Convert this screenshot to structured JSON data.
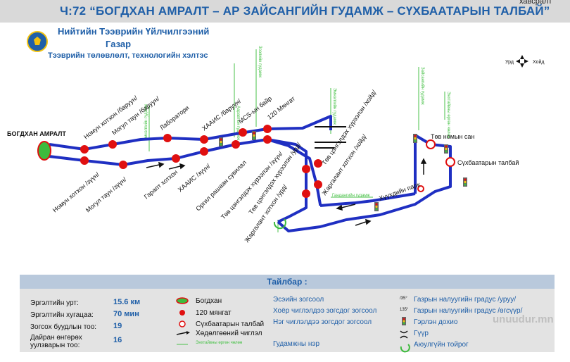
{
  "header": {
    "title": "Ч:72 “БОГДХАН АМРАЛТ – АР ЗАЙСАНГИЙН ГУДАМЖ – СҮХБААТАРЫН ТАЛБАЙ”",
    "corner_text": "хавсралт"
  },
  "org": {
    "line1": "Нийтийн Тээврийн Үйлчилгээний",
    "line2": "Газар",
    "line3": "Тээврийн төлөвлөлт, технологийн хэлтэс"
  },
  "compass": {
    "west": "Урд",
    "east": "Хойд"
  },
  "map": {
    "terminal_start": "БОГДХАН АМРАЛТ",
    "stops_top": [
      "Номун хотхон /баруун/",
      "Могул таун /баруун/",
      "Лаборатори",
      "ХААИС /баруун/",
      "MCS-ын байр",
      "120 Мянгат",
      "Төв цэнгэлдэх хүрээлэн /хойд/"
    ],
    "stops_bottom": [
      "Номун хотхон /зүүн/",
      "Могул таун /зүүн/",
      "Гарапт хотхон",
      "ХААИС /зүүн/",
      "Оргил рашаан сувилал",
      "Төв цэнгэлдэх хүрээлэн /зүүн/",
      "Төв цэнгэлдэх хүрээлэн /урд/",
      "Жаргалант хотхон /урд/",
      "Жаргалант хотхон /хойд/"
    ],
    "stops_right": [
      "Хүүхдийн парк",
      "Төв номын сан",
      "Сүхбаатарын талбай"
    ],
    "green_labels": [
      "Эмнэлгийн гудамж",
      "Гандангийн гудамж",
      "Эмнэлгийн гудамж",
      "Ааравтын гудамж",
      "Зоэлийн гудамж",
      "Энхтайвны өргөн чөлөө",
      "Зайсангийн гудамж"
    ]
  },
  "legend": {
    "title": "Тайлбар :",
    "stats": [
      {
        "label": "Эргэлтийн урт:",
        "value": "15.6 км"
      },
      {
        "label": "Эргэлтийн хугацаа:",
        "value": "70 мин"
      },
      {
        "label": "Зогсох буудлын тоо:",
        "value": "19"
      },
      {
        "label": "Дайран өнгөрөх уулзварын тоо:",
        "value": "16"
      }
    ],
    "symbols": [
      "Богдхан",
      "120 мянгат",
      "Сүхбаатарын талбай",
      "Хөдөлгөөний чиглэл",
      "Энхтайвны өргөн чөлөө"
    ],
    "signals": [
      "Эсэийн зогсоол",
      "Хоёр чиглэлдээ зогсдог зогсоол",
      "Нэг чиглэлдээ зогсдог зогсоол",
      "Гудамжны нэр"
    ],
    "grades": [
      {
        "tag": "/35°",
        "label": "Газрын налуугийн градус /уруу/"
      },
      {
        "tag": "135°",
        "label": "Газрын налуугийн градус /өгсүүр/"
      },
      {
        "tag": "",
        "label": "Гэрлэн дохио"
      },
      {
        "tag": "",
        "label": "Гүүр"
      },
      {
        "tag": "",
        "label": "Аюулгүйн тойрог"
      }
    ]
  },
  "watermark": "unuudur.mn",
  "colors": {
    "route": "#1f2fc2",
    "stop": "#e01010",
    "green": "#4ac24a",
    "title": "#1f5fa8"
  }
}
